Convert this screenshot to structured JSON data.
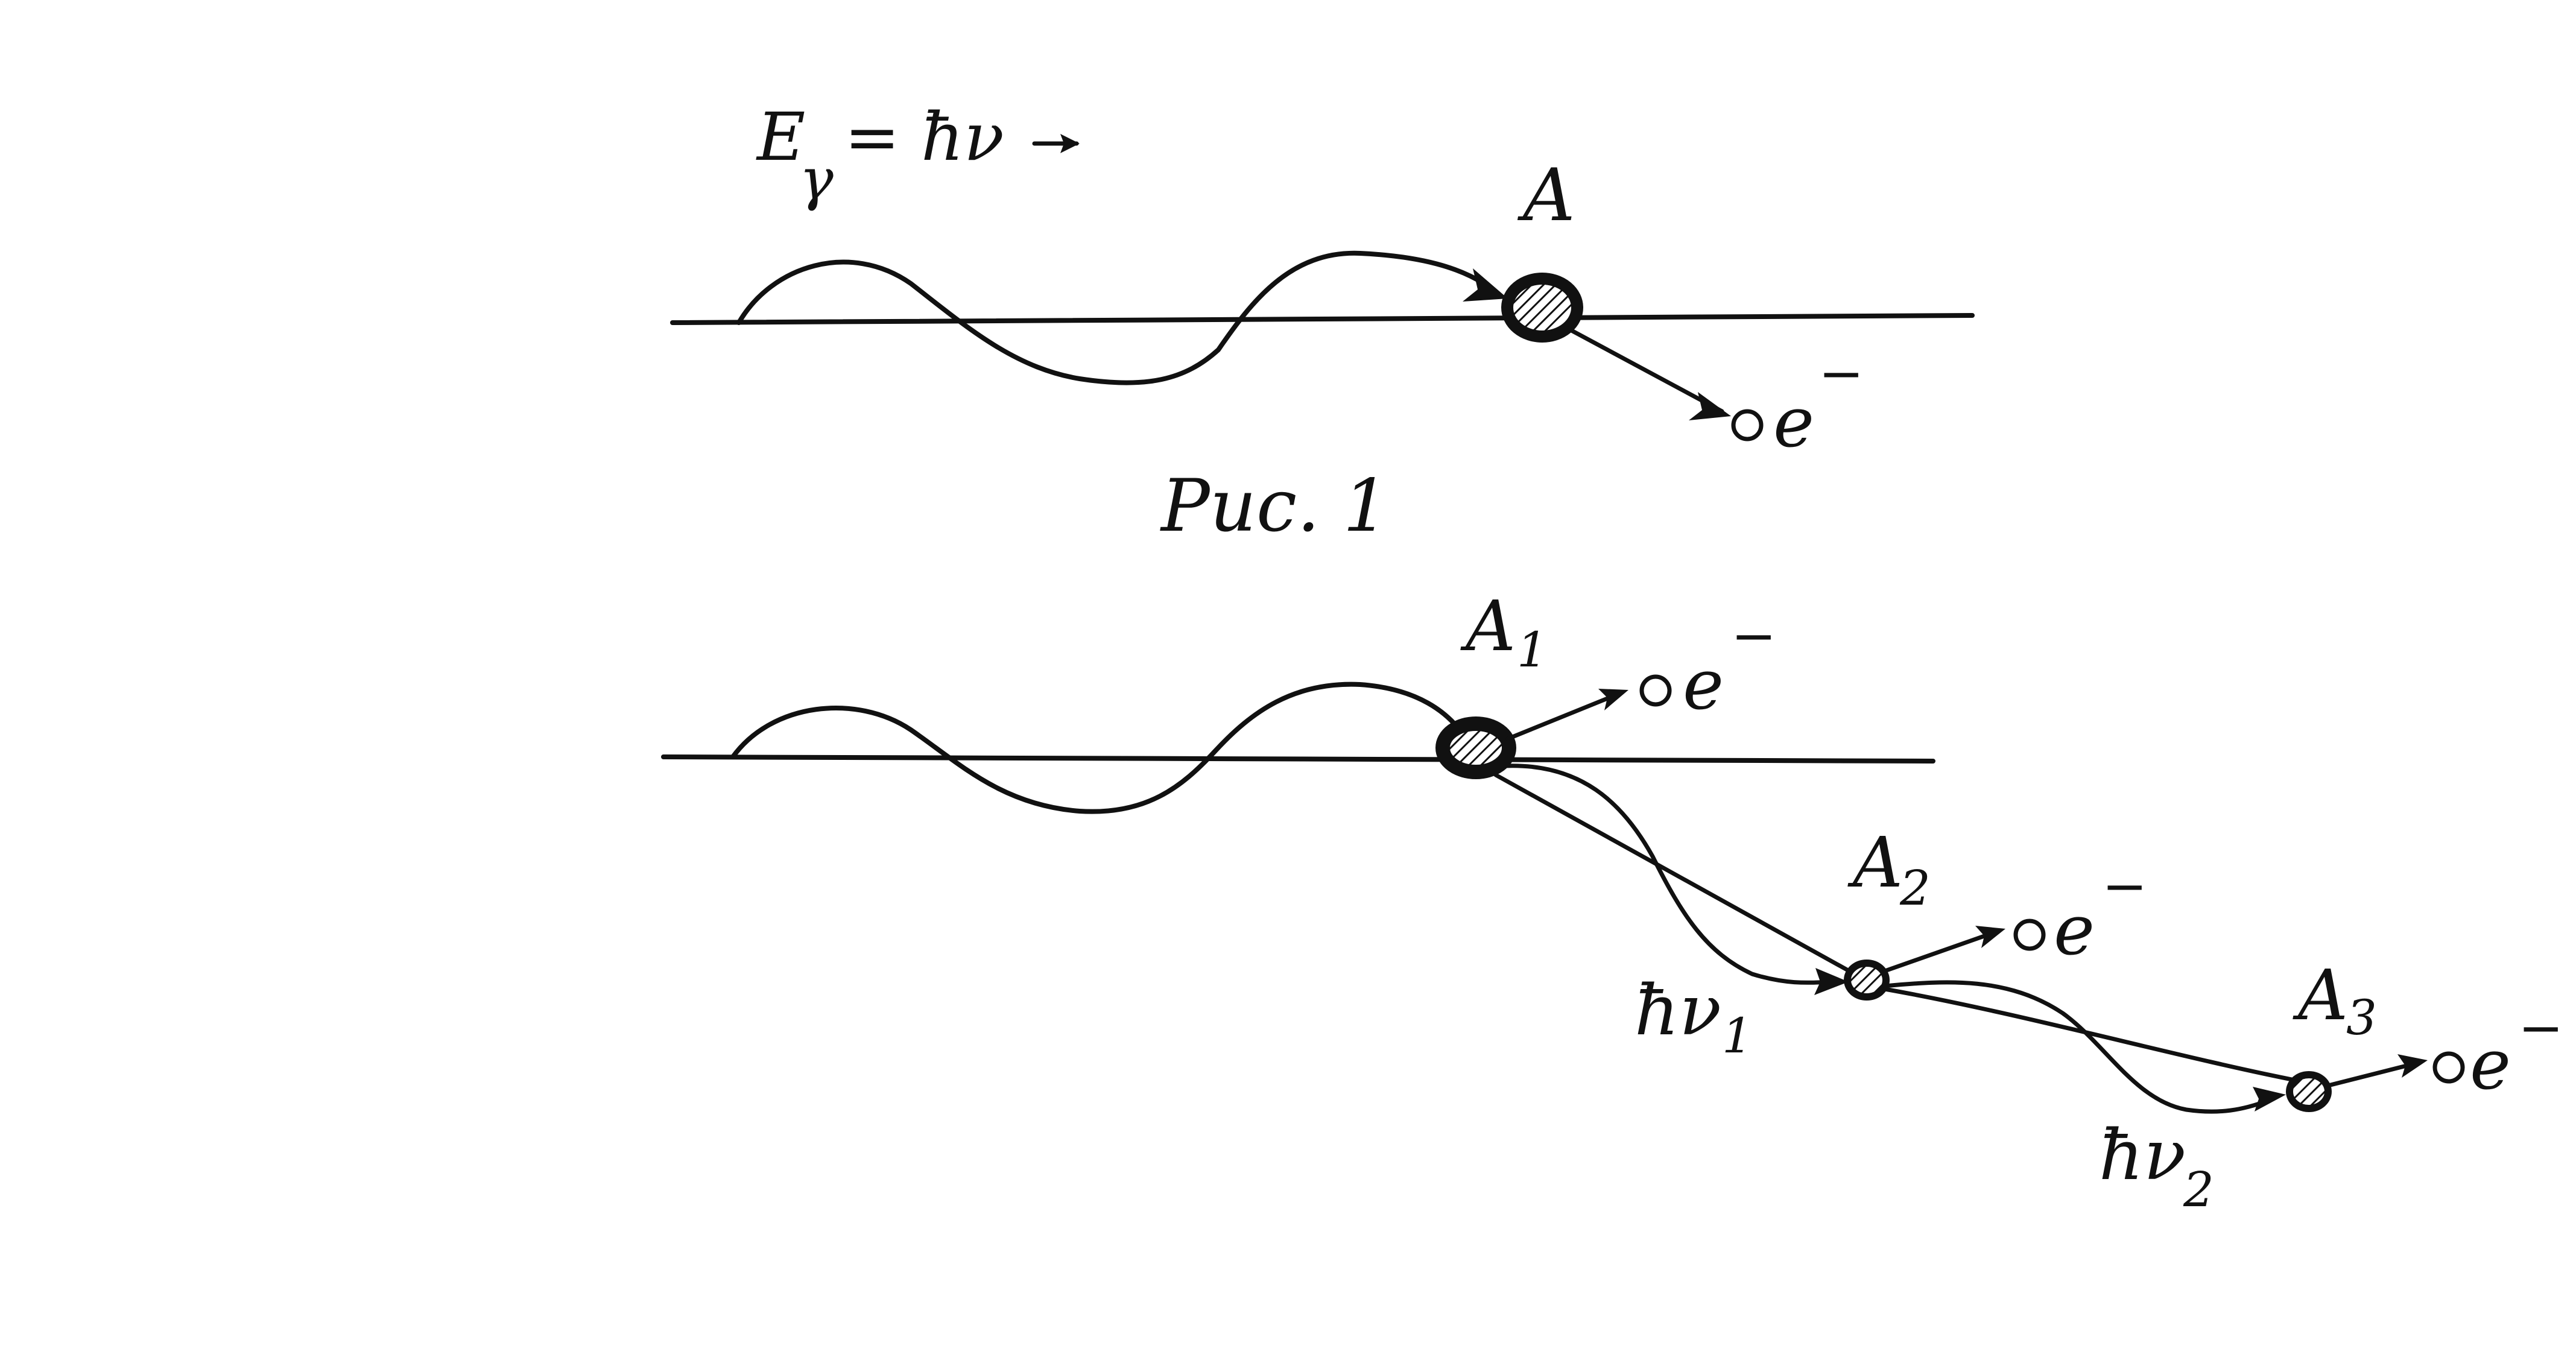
{
  "colors": {
    "ink": "#111111",
    "paper": "#ffffff"
  },
  "figure1": {
    "formula_lhs": "E",
    "formula_sub": "γ",
    "formula_rhs": "= ħν",
    "atom_label": "A",
    "electron_label": "e",
    "electron_charge": "−",
    "caption": "Рис. 1"
  },
  "figure2": {
    "atom1_label": "A",
    "atom1_sub": "1",
    "atom2_label": "A",
    "atom2_sub": "2",
    "atom3_label": "A",
    "atom3_sub": "3",
    "electron_label": "e",
    "electron_charge": "−",
    "photon1_label": "ħν",
    "photon1_sub": "1",
    "photon2_label": "ħν",
    "photon2_sub": "2"
  }
}
